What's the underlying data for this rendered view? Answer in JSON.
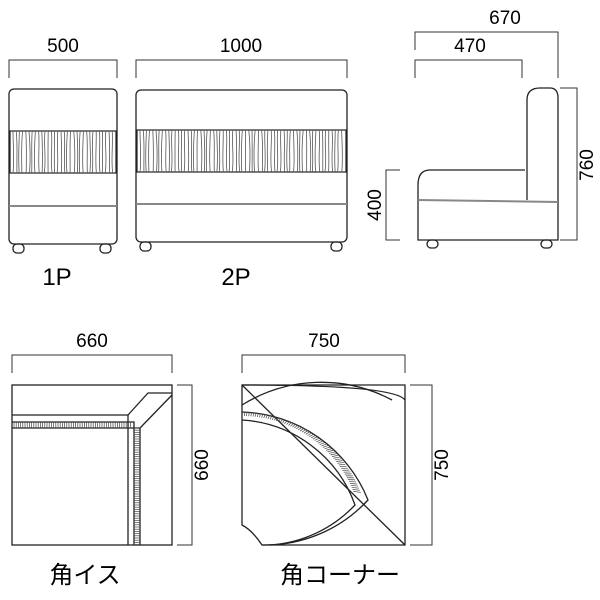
{
  "views": {
    "p1": {
      "label": "1P",
      "width": "500"
    },
    "p2": {
      "label": "2P",
      "width": "1000"
    },
    "side": {
      "depth_total": "670",
      "seat_depth": "470",
      "height_total": "760",
      "seat_height": "400"
    },
    "corner_chair": {
      "label": "角イス",
      "width": "660",
      "depth": "660"
    },
    "corner_piece": {
      "label": "角コーナー",
      "width": "750",
      "depth": "750"
    }
  }
}
